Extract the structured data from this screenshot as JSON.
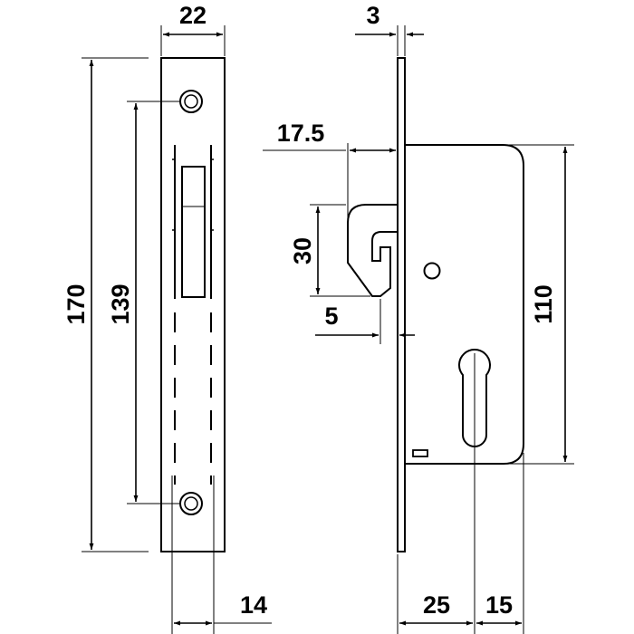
{
  "colors": {
    "line": "#000000",
    "background": "#ffffff"
  },
  "dimensions": {
    "front_width": "22",
    "front_height": "170",
    "screw_spacing": "139",
    "backset_front": "14",
    "faceplate_thickness": "3",
    "hook_projection": "17.5",
    "hook_height": "30",
    "hook_offset": "5",
    "case_height": "110",
    "backset": "25",
    "cylinder_to_edge": "15"
  }
}
